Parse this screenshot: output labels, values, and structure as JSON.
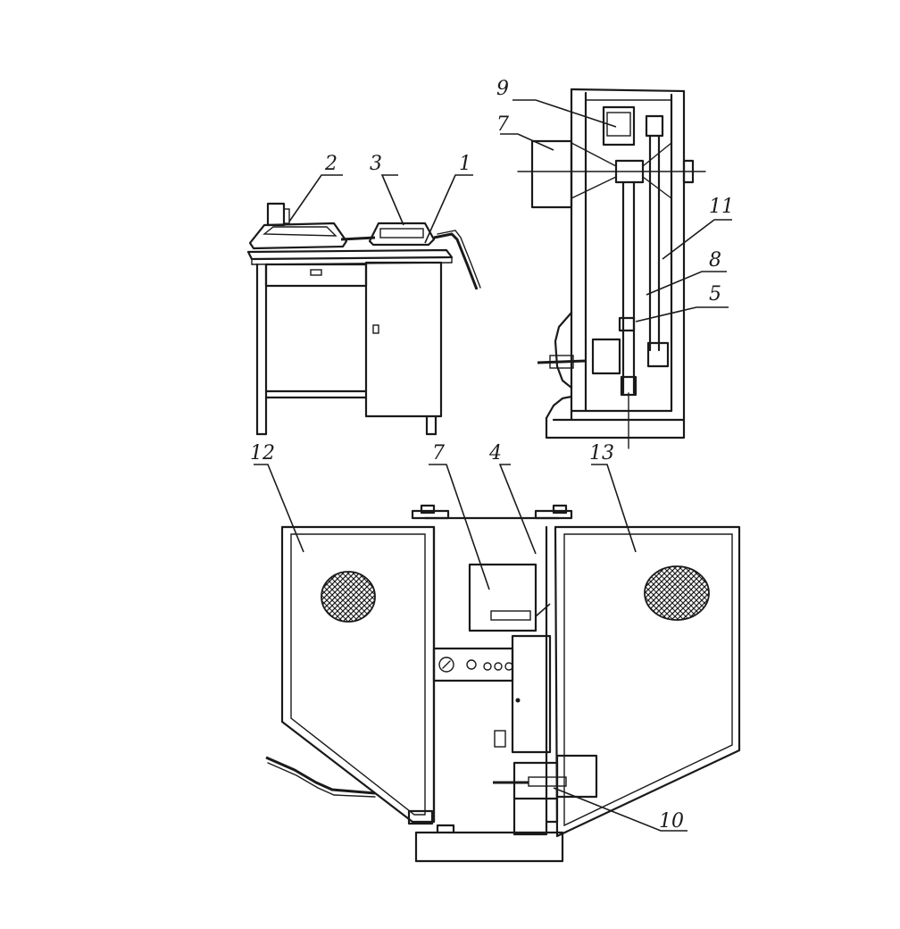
{
  "callouts": {
    "c1": "1",
    "c2": "2",
    "c3": "3",
    "c4": "4",
    "c5": "5",
    "c7_side": "7",
    "c7_front": "7",
    "c8": "8",
    "c9": "9",
    "c10": "10",
    "c11": "11",
    "c12": "12",
    "c13": "13"
  }
}
